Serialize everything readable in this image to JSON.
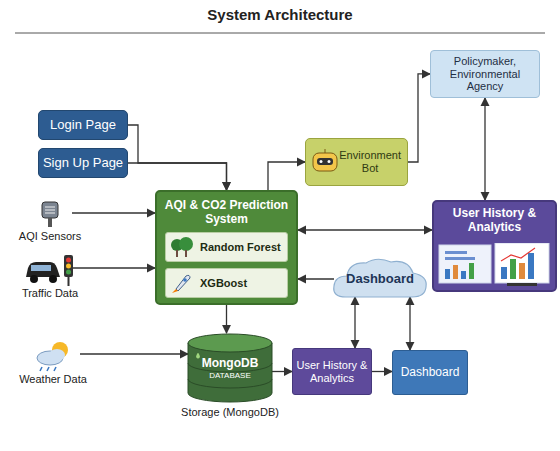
{
  "diagram": {
    "title": "System Architecture",
    "nodes": [
      {
        "text": [
          "Login Page"
        ]
      },
      {
        "text": [
          "Sign Up Page"
        ]
      },
      {
        "text": [
          "Policymaker, Environmental Agency"
        ]
      },
      {
        "text": [
          "Environment Bot"
        ]
      },
      {
        "text": [
          "AQI & CO2 Prediction System"
        ]
      },
      {
        "text": [
          "Random Forest"
        ],
        "in": 4
      },
      {
        "text": [
          "XGBoost"
        ],
        "in": 4
      },
      {
        "text": [
          "AQI Sensors"
        ]
      },
      {
        "text": [
          "User History & Analytics"
        ]
      },
      {
        "text": [
          "Traffic Data"
        ]
      },
      {
        "text": [
          "Dashboard"
        ]
      },
      {
        "text": [
          "Weather Data"
        ]
      },
      {
        "text": [
          "MongoDB",
          "DATABASE",
          "Storage (MongoDB)"
        ]
      },
      {
        "text": [
          "User History & Analytics"
        ]
      },
      {
        "text": [
          "Dashboard"
        ]
      }
    ],
    "edges": [
      {
        "from": 0,
        "to": 4,
        "arrow": "to"
      },
      {
        "from": 1,
        "to": 4,
        "arrow": "to"
      },
      {
        "from": 4,
        "to": 3,
        "arrow": "to"
      },
      {
        "from": 3,
        "to": 2,
        "arrow": "to"
      },
      {
        "from": 2,
        "to": 8,
        "arrow": "both"
      },
      {
        "from": 4,
        "to": 8,
        "arrow": "both"
      },
      {
        "from": 7,
        "to": 4,
        "arrow": "to"
      },
      {
        "from": 9,
        "to": 4,
        "arrow": "to"
      },
      {
        "from": 10,
        "to": 4,
        "arrow": "to"
      },
      {
        "from": 4,
        "to": 12,
        "arrow": "to"
      },
      {
        "from": 11,
        "to": 12,
        "arrow": "to"
      },
      {
        "from": 12,
        "to": 13,
        "arrow": "to"
      },
      {
        "from": 13,
        "to": 14,
        "arrow": "to"
      },
      {
        "from": 10,
        "to": 13,
        "arrow": "both"
      },
      {
        "from": 14,
        "to": 10,
        "arrow": "both"
      }
    ]
  }
}
